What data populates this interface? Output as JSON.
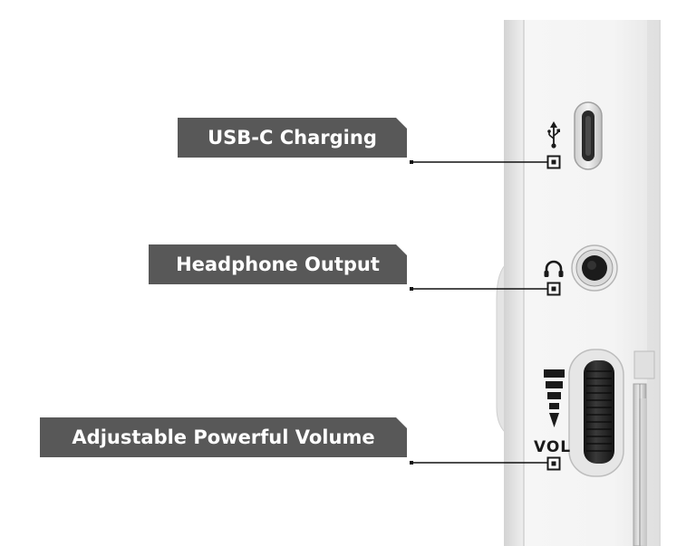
{
  "callouts": {
    "usb_c": {
      "label": "USB-C Charging",
      "icon": "usb-symbol-icon"
    },
    "headphone": {
      "label": "Headphone Output",
      "icon": "headphone-icon"
    },
    "volume": {
      "label": "Adjustable Powerful Volume",
      "icon": "volume-level-icon"
    }
  },
  "device": {
    "volume_marking": "VOL"
  },
  "colors": {
    "label_background": "#585858",
    "label_text": "#ffffff",
    "leader_line": "#111111",
    "device_body": "#f2f2f2",
    "port_black": "#1b1b1b"
  }
}
